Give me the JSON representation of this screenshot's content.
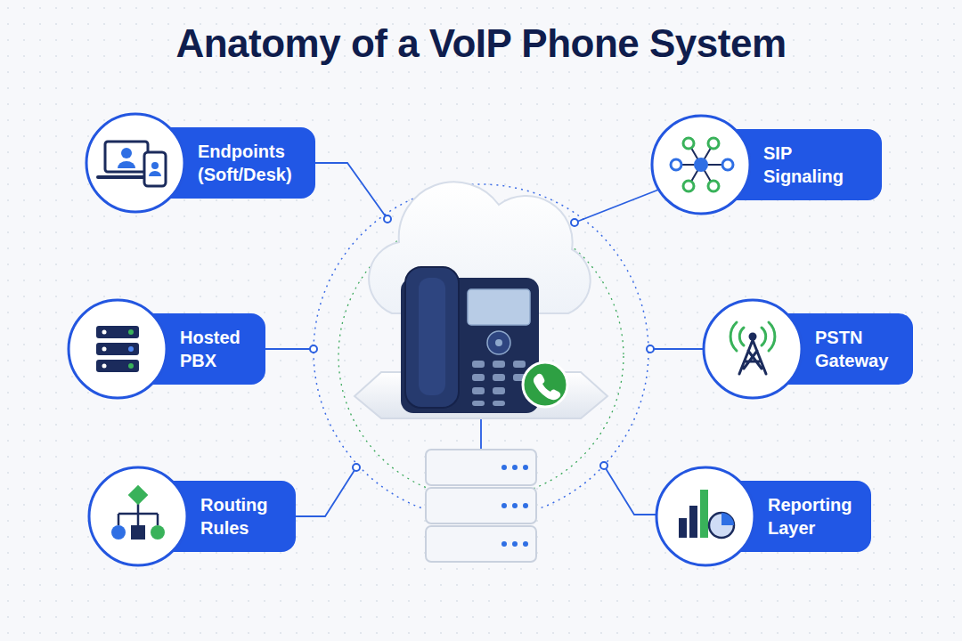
{
  "diagram": {
    "title": "Anatomy of a VoIP Phone System",
    "nodes": [
      {
        "text": [
          "Endpoints (Soft/Desk)"
        ]
      },
      {
        "text": [
          "SIP Signaling"
        ]
      },
      {
        "text": [
          "Hosted PBX"
        ]
      },
      {
        "text": [
          "PSTN Gateway"
        ]
      },
      {
        "text": [
          "Routing Rules"
        ]
      },
      {
        "text": [
          "Reporting Layer"
        ]
      }
    ]
  }
}
